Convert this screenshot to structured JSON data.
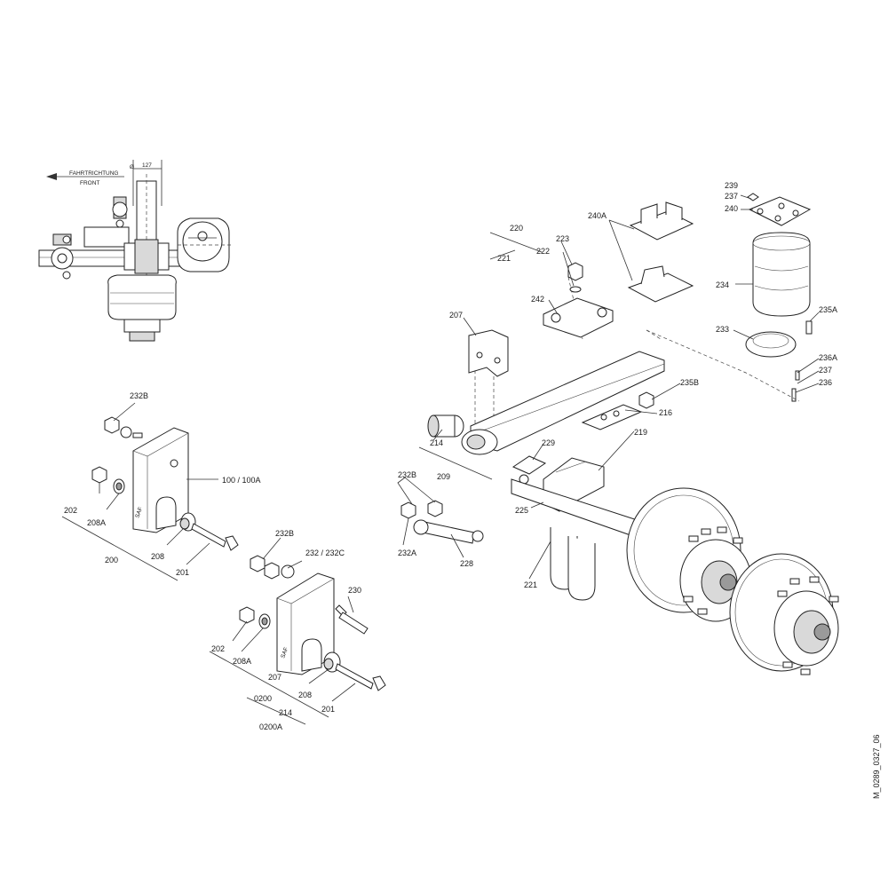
{
  "diagram": {
    "side_view": {
      "direction_label": "FAHRTRICHTUNG",
      "direction_label_en": "FRONT",
      "dimension": "127",
      "dimension_symbol": "Ø"
    },
    "drawing_id": "M_0289_0327_06",
    "callouts": {
      "c232B_a": "232B",
      "c100": "100 / 100A",
      "c202_a": "202",
      "c208A_a": "208A",
      "c208_a": "208",
      "c201_a": "201",
      "c200": "200",
      "c232B_b": "232B",
      "c232_232C": "232 / 232C",
      "c230": "230",
      "c202_b": "202",
      "c208A_b": "208A",
      "c207_b": "207",
      "c208_b": "208",
      "c201_b": "201",
      "c0200": "0200",
      "c214_b": "214",
      "c0200A": "0200A",
      "c220": "220",
      "c221_a": "221",
      "c223": "223",
      "c222": "222",
      "c240A": "240A",
      "c242": "242",
      "c207_a": "207",
      "c239": "239",
      "c237_a": "237",
      "c240": "240",
      "c234": "234",
      "c235A": "235A",
      "c233": "233",
      "c236A": "236A",
      "c237_b": "237",
      "c236": "236",
      "c235B": "235B",
      "c216": "216",
      "c214_a": "214",
      "c209": "209",
      "c229": "229",
      "c219": "219",
      "c232B_c": "232B",
      "c225": "225",
      "c232A": "232A",
      "c228": "228",
      "c221_b": "221"
    }
  }
}
